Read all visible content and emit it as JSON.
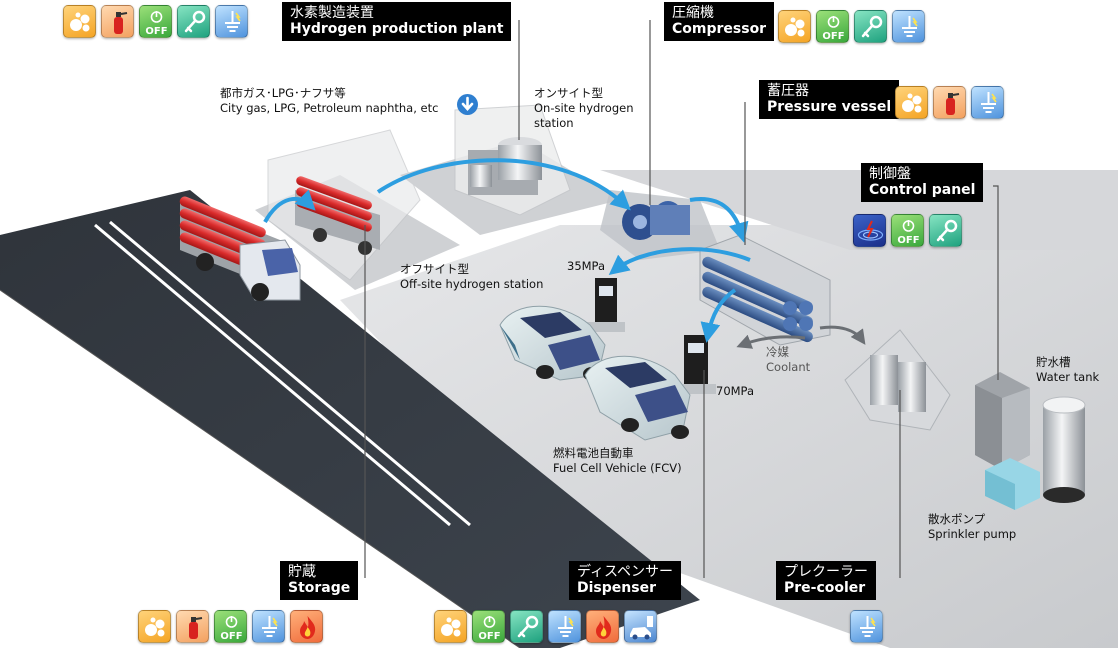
{
  "callouts": {
    "hydrogen_plant": {
      "jp": "水素製造装置",
      "en": "Hydrogen production plant"
    },
    "compressor": {
      "jp": "圧縮機",
      "en": "Compressor"
    },
    "pressure_vessel": {
      "jp": "蓄圧器",
      "en": "Pressure vessel"
    },
    "control_panel": {
      "jp": "制御盤",
      "en": "Control panel"
    },
    "storage": {
      "jp": "貯蔵",
      "en": "Storage"
    },
    "dispenser": {
      "jp": "ディスペンサー",
      "en": "Dispenser"
    },
    "precooler": {
      "jp": "プレクーラー",
      "en": "Pre-cooler"
    }
  },
  "labels": {
    "feedstock": {
      "jp": "都市ガス･LPG･ナフサ等",
      "en": "City gas, LPG, Petroleum naphtha, etc"
    },
    "onsite": {
      "jp": "オンサイト型",
      "en1": "On-site hydrogen",
      "en2": "station"
    },
    "offsite": {
      "jp": "オフサイト型",
      "en": "Off-site hydrogen station"
    },
    "p35": "35MPa",
    "p70": "70MPa",
    "coolant": {
      "jp": "冷媒",
      "en": "Coolant"
    },
    "water_tank": {
      "jp": "貯水槽",
      "en": "Water tank"
    },
    "fcv": {
      "jp": "燃料電池自動車",
      "en": "Fuel Cell Vehicle (FCV)"
    },
    "sprinkler": {
      "jp": "散水ポンプ",
      "en": "Sprinkler pump"
    }
  },
  "icon_text": {
    "off": "OFF"
  },
  "icon_sets": {
    "hydrogen_plant": [
      "gas-leak-detector-icon",
      "fire-extinguisher-icon",
      "emergency-shutoff-icon",
      "key-lock-icon",
      "grounding-icon"
    ],
    "compressor": [
      "gas-leak-detector-icon",
      "emergency-shutoff-icon",
      "key-lock-icon",
      "grounding-icon"
    ],
    "pressure_vessel": [
      "gas-leak-detector-icon",
      "fire-extinguisher-icon",
      "grounding-icon"
    ],
    "control_panel": [
      "earthquake-sensor-icon",
      "emergency-shutoff-icon",
      "key-lock-icon"
    ],
    "storage": [
      "gas-leak-detector-icon",
      "fire-extinguisher-icon",
      "emergency-shutoff-icon",
      "grounding-icon",
      "flame-detector-icon"
    ],
    "dispenser": [
      "gas-leak-detector-icon",
      "emergency-shutoff-icon",
      "key-lock-icon",
      "grounding-icon",
      "flame-detector-icon",
      "vehicle-collision-icon"
    ],
    "precooler": [
      "grounding-icon"
    ]
  },
  "colors": {
    "flow_arrow": "#2d9ee0",
    "road": "#353c45",
    "ground": "#d9dadc",
    "truck_tank": "#e23636",
    "vehicle": "#3e6f8a",
    "callout_bg": "#000000"
  }
}
